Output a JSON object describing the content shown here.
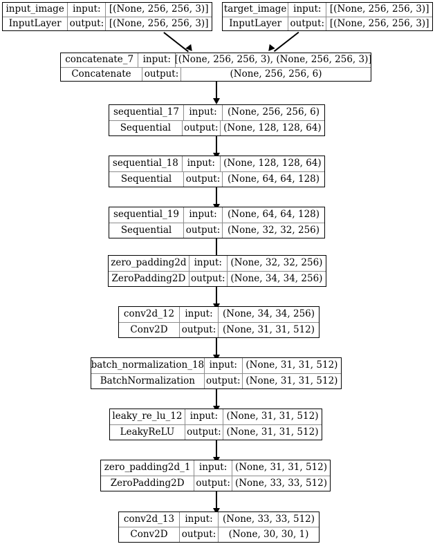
{
  "diagram": {
    "title": "Keras model architecture graph",
    "row_labels": {
      "input": "input:",
      "output": "output:"
    },
    "nodes": [
      {
        "id": "input_image",
        "name": "input_image",
        "class_name": "InputLayer",
        "input_shape": "[(None, 256, 256, 3)]",
        "output_shape": "[(None, 256, 256, 3)]"
      },
      {
        "id": "target_image",
        "name": "target_image",
        "class_name": "InputLayer",
        "input_shape": "[(None, 256, 256, 3)]",
        "output_shape": "[(None, 256, 256, 3)]"
      },
      {
        "id": "concatenate_7",
        "name": "concatenate_7",
        "class_name": "Concatenate",
        "input_shape": "[(None, 256, 256, 3), (None, 256, 256, 3)]",
        "output_shape": "(None, 256, 256, 6)"
      },
      {
        "id": "sequential_17",
        "name": "sequential_17",
        "class_name": "Sequential",
        "input_shape": "(None, 256, 256, 6)",
        "output_shape": "(None, 128, 128, 64)"
      },
      {
        "id": "sequential_18",
        "name": "sequential_18",
        "class_name": "Sequential",
        "input_shape": "(None, 128, 128, 64)",
        "output_shape": "(None, 64, 64, 128)"
      },
      {
        "id": "sequential_19",
        "name": "sequential_19",
        "class_name": "Sequential",
        "input_shape": "(None, 64, 64, 128)",
        "output_shape": "(None, 32, 32, 256)"
      },
      {
        "id": "zero_padding2d",
        "name": "zero_padding2d",
        "class_name": "ZeroPadding2D",
        "input_shape": "(None, 32, 32, 256)",
        "output_shape": "(None, 34, 34, 256)"
      },
      {
        "id": "conv2d_12",
        "name": "conv2d_12",
        "class_name": "Conv2D",
        "input_shape": "(None, 34, 34, 256)",
        "output_shape": "(None, 31, 31, 512)"
      },
      {
        "id": "batch_normalization_18",
        "name": "batch_normalization_18",
        "class_name": "BatchNormalization",
        "input_shape": "(None, 31, 31, 512)",
        "output_shape": "(None, 31, 31, 512)"
      },
      {
        "id": "leaky_re_lu_12",
        "name": "leaky_re_lu_12",
        "class_name": "LeakyReLU",
        "input_shape": "(None, 31, 31, 512)",
        "output_shape": "(None, 31, 31, 512)"
      },
      {
        "id": "zero_padding2d_1",
        "name": "zero_padding2d_1",
        "class_name": "ZeroPadding2D",
        "input_shape": "(None, 31, 31, 512)",
        "output_shape": "(None, 33, 33, 512)"
      },
      {
        "id": "conv2d_13",
        "name": "conv2d_13",
        "class_name": "Conv2D",
        "input_shape": "(None, 33, 33, 512)",
        "output_shape": "(None, 30, 30, 1)"
      }
    ],
    "edges": [
      {
        "from": "input_image",
        "to": "concatenate_7"
      },
      {
        "from": "target_image",
        "to": "concatenate_7"
      },
      {
        "from": "concatenate_7",
        "to": "sequential_17"
      },
      {
        "from": "sequential_17",
        "to": "sequential_18"
      },
      {
        "from": "sequential_18",
        "to": "sequential_19"
      },
      {
        "from": "sequential_19",
        "to": "zero_padding2d"
      },
      {
        "from": "zero_padding2d",
        "to": "conv2d_12"
      },
      {
        "from": "conv2d_12",
        "to": "batch_normalization_18"
      },
      {
        "from": "batch_normalization_18",
        "to": "leaky_re_lu_12"
      },
      {
        "from": "leaky_re_lu_12",
        "to": "zero_padding2d_1"
      },
      {
        "from": "zero_padding2d_1",
        "to": "conv2d_13"
      }
    ],
    "colors": {
      "border": "#000000",
      "inner_rule": "#8c8c8c",
      "background": "#ffffff",
      "edge": "#000000"
    }
  }
}
